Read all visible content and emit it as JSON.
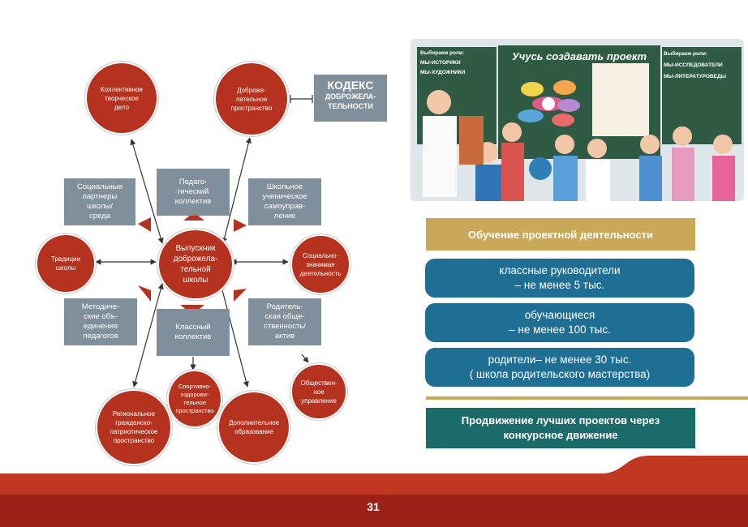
{
  "center": "Выпускник\nдоброжела-\nтельной\nшколы",
  "circles": {
    "kollektivnoe": "Коллективное\nтворческое\nдело",
    "dobrozhelatelnoe": "Доброже-\nлательное\nпространство",
    "tradicii": "Традиции\nшколы",
    "socialno": "Социально-\nзначимая\nдеятельность",
    "sportivno": "Спортивно-\nоздорови-\nтельное\nпространство",
    "obshestvennoe": "Обществен-\nное\nуправление",
    "regionalnoe": "Региональное\nгражданско-\nпатриотическое\nпространство",
    "dopolnitelnoe": "Дополнительное\nобразование"
  },
  "kodeks": {
    "title": "КОДЕКС",
    "subtitle": "ДОБРОЖЕЛА-\nТЕЛЬНОСТИ"
  },
  "boxes": {
    "socpartnery": "Социальные\nпартнеры\nшколы/\nсреда",
    "pedkollektiv": "Педаго-\nгический\nколлектив",
    "shkolnoe": "Школьное\nученическое\nсамоуправ-\nление",
    "metodich": "Методиче-\nские объ-\nединения\nпедагогов",
    "klassnyi": "Классный\nколлектив",
    "roditelskaya": "Родитель-\nская обще-\nственность/\nактив"
  },
  "photo": {
    "board_title": "Учусь создавать проект",
    "left_board": [
      "Выбираем роли:",
      "МЫ-ИСТОРИКИ",
      "МЫ-ХУДОЖНИКИ"
    ],
    "right_board": [
      "Выбираем роли:",
      "МЫ-ИССЛЕДОВАТЕЛИ",
      "МЫ-ЛИТЕРАТУРОВЕДЫ"
    ]
  },
  "right": {
    "header": "Обучение проектной деятельности",
    "pills": [
      "классные руководители\n– не менее 5 тыс.",
      "обучающиеся\n– не менее 100 тыс.",
      "родители– не менее 30 тыс.\n( школа родительского мастерства)"
    ],
    "bottom": "Продвижение лучших проектов через\nконкурсное движение"
  },
  "page_number": "31",
  "colors": {
    "circle_red": "#b5321e",
    "box_grey": "#7f8f9c",
    "header_gold": "#c9a85a",
    "pill_blue": "#1f6f95",
    "bottom_teal": "#1b6b6b",
    "footer_red": "#a3241a"
  }
}
